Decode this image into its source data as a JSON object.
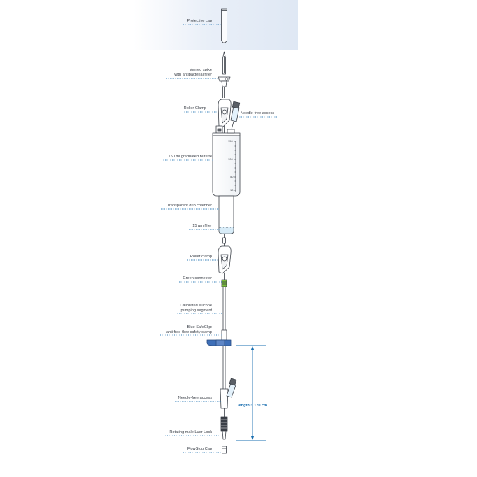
{
  "labels": {
    "protective_cap": "Protective cap",
    "vented_spike_1": "Vented spike",
    "vented_spike_2": "with antibacterial filter",
    "roller_clamp_top": "Roller Clamp",
    "needle_free_top": "Needle-free access",
    "burette": "150 ml graduated burette",
    "drip_chamber": "Transparent drip chamber",
    "filter": "15 µm filter",
    "roller_clamp_bottom": "Roller clamp",
    "green_connector": "Green connector",
    "silicone_1": "Calibrated silicone",
    "silicone_2": "pumping segment",
    "safeclip_1": "Blue SafeClip:",
    "safeclip_2": "anti free-flow safety clamp",
    "needle_free_bottom": "Needle-free access",
    "luer_lock": "Rotating male Luer Lock",
    "flowstop": "FlowStop Cap",
    "length": "length ~ 170 cm"
  },
  "burette_scale": [
    "150",
    "100",
    "50",
    "10"
  ],
  "colors": {
    "line": "#3a3f47",
    "dots": "#1a6fb0",
    "dimension": "#1a6fb0",
    "cap_background": "#e8eef7",
    "connector_green": "#7bbf3a",
    "safeclip_blue": "#3e6fb8",
    "fluid": "#d8ecf8"
  }
}
